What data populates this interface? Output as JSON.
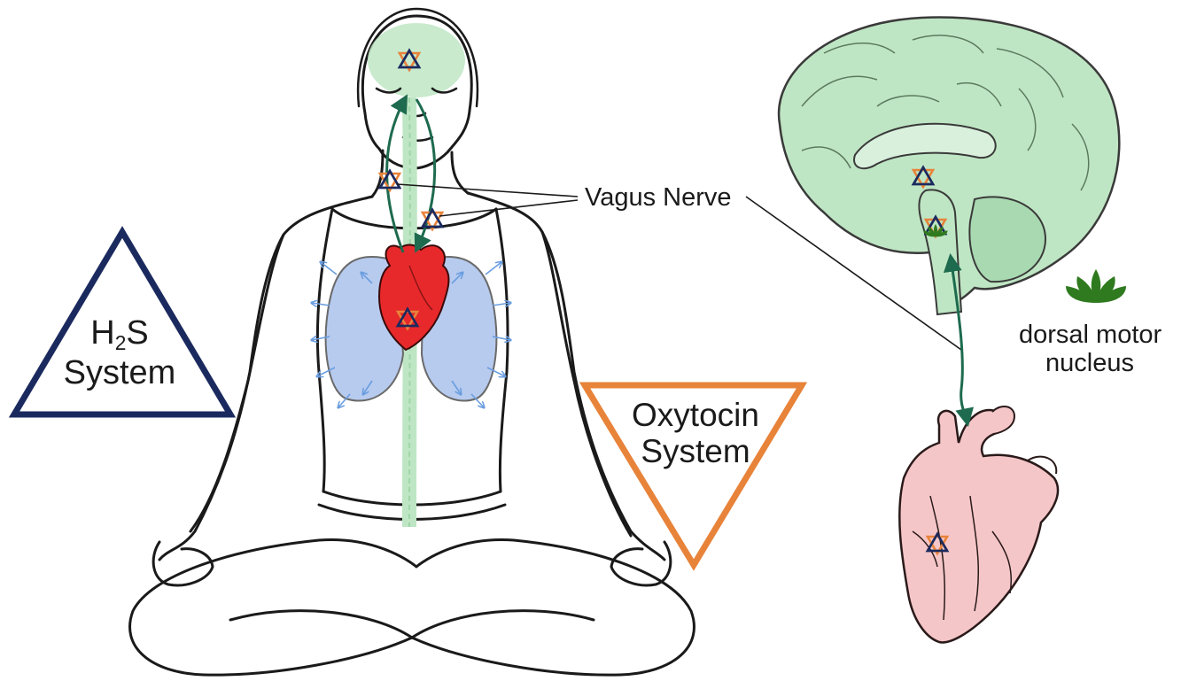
{
  "labels": {
    "vagus_nerve": "Vagus Nerve",
    "h2s_system": {
      "prefix": "H",
      "subscript": "2",
      "suffix": "S",
      "line2": "System"
    },
    "oxytocin_system": {
      "line1": "Oxytocin",
      "line2": "System"
    },
    "dorsal_motor_nucleus": {
      "line1": "dorsal motor",
      "line2": "nucleus"
    }
  },
  "colors": {
    "h2s_triangle": "#1b2a5e",
    "oxytocin_triangle": "#e8833a",
    "vagus_green": "#1e6b4f",
    "brain_fill": "#bfe6c4",
    "lung_fill": "#b7cbef",
    "heart_red": "#e8292b",
    "heart_pink": "#f5c6c8",
    "lotus": "#2f7a1f",
    "outline": "#1a1a1a"
  },
  "icons": [
    "h2s-oxytocin-star-icon",
    "lotus-icon"
  ]
}
